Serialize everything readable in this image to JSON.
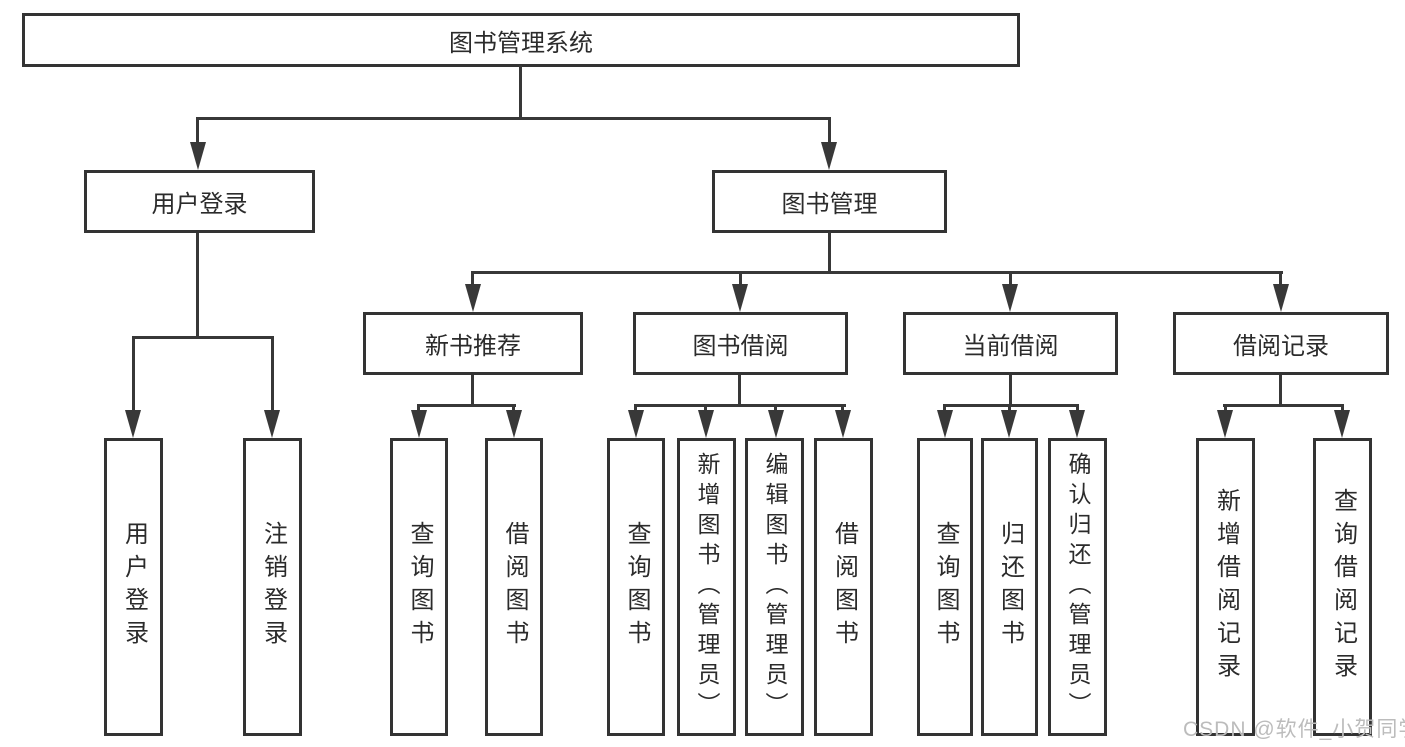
{
  "tree": {
    "root": {
      "label": "图书管理系统"
    },
    "level1": [
      {
        "label": "用户登录"
      },
      {
        "label": "图书管理"
      }
    ],
    "level2": [
      {
        "label": "新书推荐",
        "parent": "图书管理"
      },
      {
        "label": "图书借阅",
        "parent": "图书管理"
      },
      {
        "label": "当前借阅",
        "parent": "图书管理"
      },
      {
        "label": "借阅记录",
        "parent": "图书管理"
      }
    ],
    "leaves": [
      {
        "label": "用户登录",
        "parent": "用户登录"
      },
      {
        "label": "注销登录",
        "parent": "用户登录"
      },
      {
        "label": "查询图书",
        "parent": "新书推荐"
      },
      {
        "label": "借阅图书",
        "parent": "新书推荐"
      },
      {
        "label": "查询图书",
        "parent": "图书借阅"
      },
      {
        "label": "新增图书（管理员）",
        "parent": "图书借阅"
      },
      {
        "label": "编辑图书（管理员）",
        "parent": "图书借阅"
      },
      {
        "label": "借阅图书",
        "parent": "图书借阅"
      },
      {
        "label": "查询图书",
        "parent": "当前借阅"
      },
      {
        "label": "归还图书",
        "parent": "当前借阅"
      },
      {
        "label": "确认归还（管理员）",
        "parent": "当前借阅"
      },
      {
        "label": "新增借阅记录",
        "parent": "借阅记录"
      },
      {
        "label": "查询借阅记录",
        "parent": "借阅记录"
      }
    ]
  },
  "watermark": {
    "text": "CSDN @软件_小贺同学",
    "color": "#bcbcbc"
  },
  "colors": {
    "line": "#383838",
    "box_border": "#333333",
    "text": "#2b2b2b",
    "background": "#ffffff"
  }
}
